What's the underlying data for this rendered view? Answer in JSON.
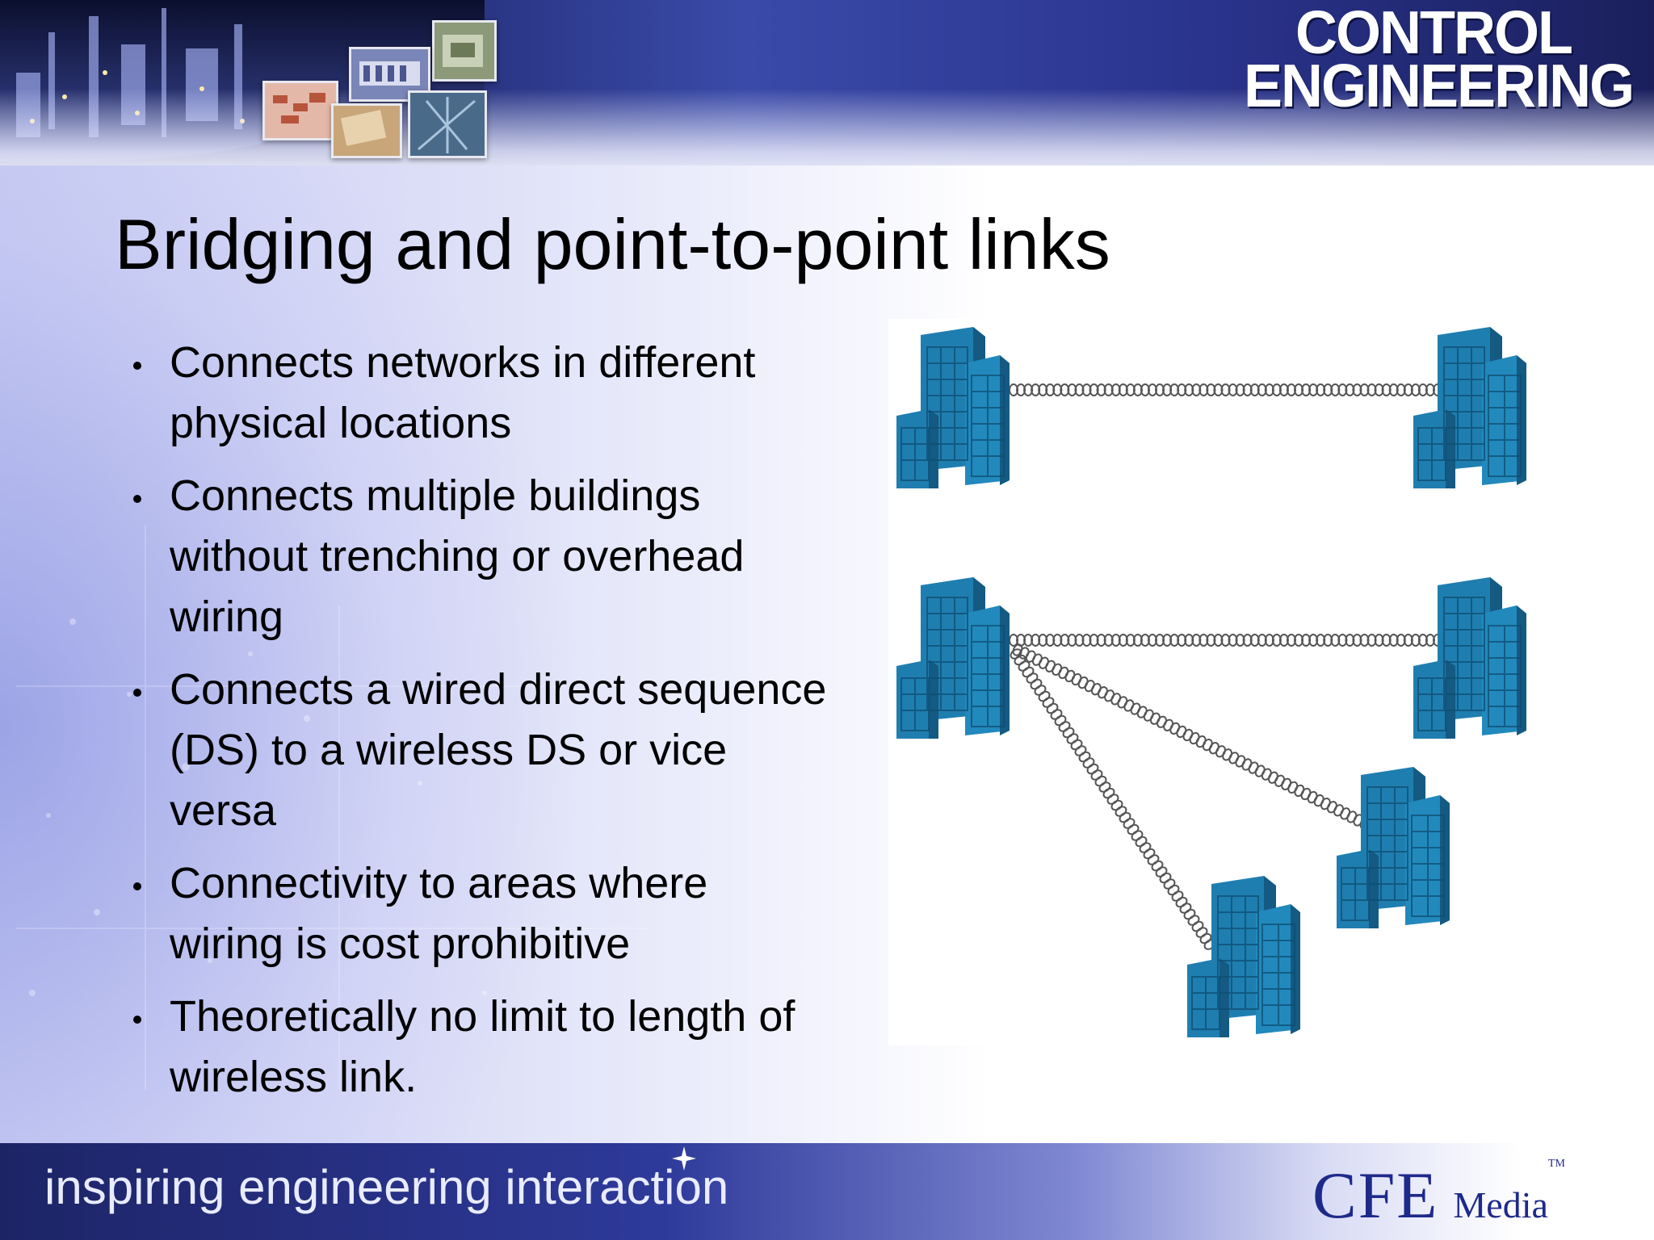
{
  "slide": {
    "title": "Bridging and point-to-point links",
    "bullets": [
      "Connects networks in different physical locations",
      "Connects multiple buildings without trenching or overhead wiring",
      "Connects a wired direct sequence (DS) to a wireless DS or vice versa",
      "Connectivity to areas where wiring is cost prohibitive",
      "Theoretically no limit to length of wireless link."
    ]
  },
  "header": {
    "logo_line1": "CONTROL",
    "logo_line2": "ENGINEERING"
  },
  "footer": {
    "tagline": "inspiring engineering interaction",
    "brand_main": "CFE",
    "brand_sub": "Media",
    "brand_tm": "TM"
  },
  "colors": {
    "building": "#1f7eb0",
    "building_dark": "#145a82",
    "header_blue": "#25307a",
    "brand_blue": "#1e2a8a"
  }
}
